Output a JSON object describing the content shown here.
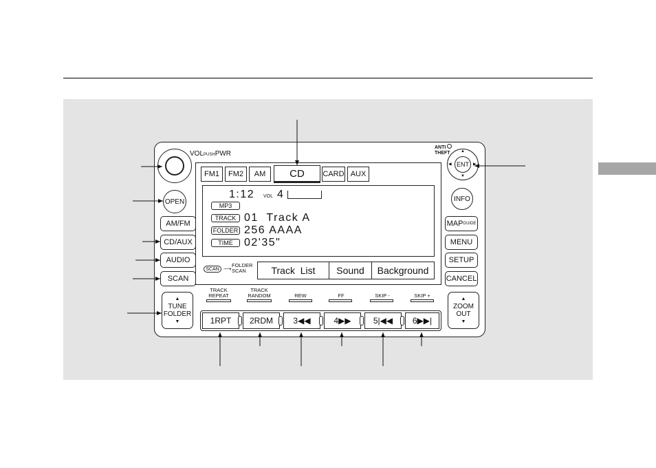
{
  "knob_label_vol": "VOL",
  "knob_label_push": "PUSH",
  "knob_label_pwr": "PWR",
  "anti_theft": "ANTI",
  "anti_theft2": "THEFT",
  "left_buttons": {
    "open": "OPEN",
    "amfm": "AM/FM",
    "cdaux": "CD/AUX",
    "audio": "AUDIO",
    "scan": "SCAN",
    "tune": "TUNE",
    "folder": "FOLDER"
  },
  "right_buttons": {
    "ent": "ENT",
    "info": "INFO",
    "map": "MAP",
    "guide": "GUIDE",
    "menu": "MENU",
    "setup": "SETUP",
    "cancel": "CANCEL",
    "zoom": "ZOOM",
    "out": "OUT"
  },
  "tabs": [
    "FM1",
    "FM2",
    "AM",
    "CD",
    "CARD",
    "AUX"
  ],
  "display": {
    "time": "1:12",
    "vol_label": "VOL",
    "vol_value": "4",
    "mp3": "MP3",
    "track_tag": "TRACK",
    "track_value": "01  Track A",
    "folder_tag": "FOLDER",
    "folder_value": "256 AAAA",
    "time_tag": "TIME",
    "time_value": "02'35\""
  },
  "scan_tag": "SCAN",
  "folder_scan_1": "FOLDER",
  "folder_scan_2": "SCAN",
  "softkeys": [
    "Track  List",
    "Sound",
    "Background"
  ],
  "function_labels": [
    {
      "l1": "TRACK",
      "l2": "REPEAT"
    },
    {
      "l1": "TRACK",
      "l2": "RANDOM"
    },
    {
      "l1": "",
      "l2": "REW"
    },
    {
      "l1": "",
      "l2": "FF"
    },
    {
      "l1": "",
      "l2": "SKIP -"
    },
    {
      "l1": "",
      "l2": "SKIP +"
    }
  ],
  "presets": [
    "1RPT",
    "2RDM",
    "3◀◀",
    "4▶▶",
    "5|◀◀",
    "6▶▶|"
  ],
  "colors": {
    "figure_bg": "#e4e4e4",
    "side_tab": "#a6a6a6"
  }
}
